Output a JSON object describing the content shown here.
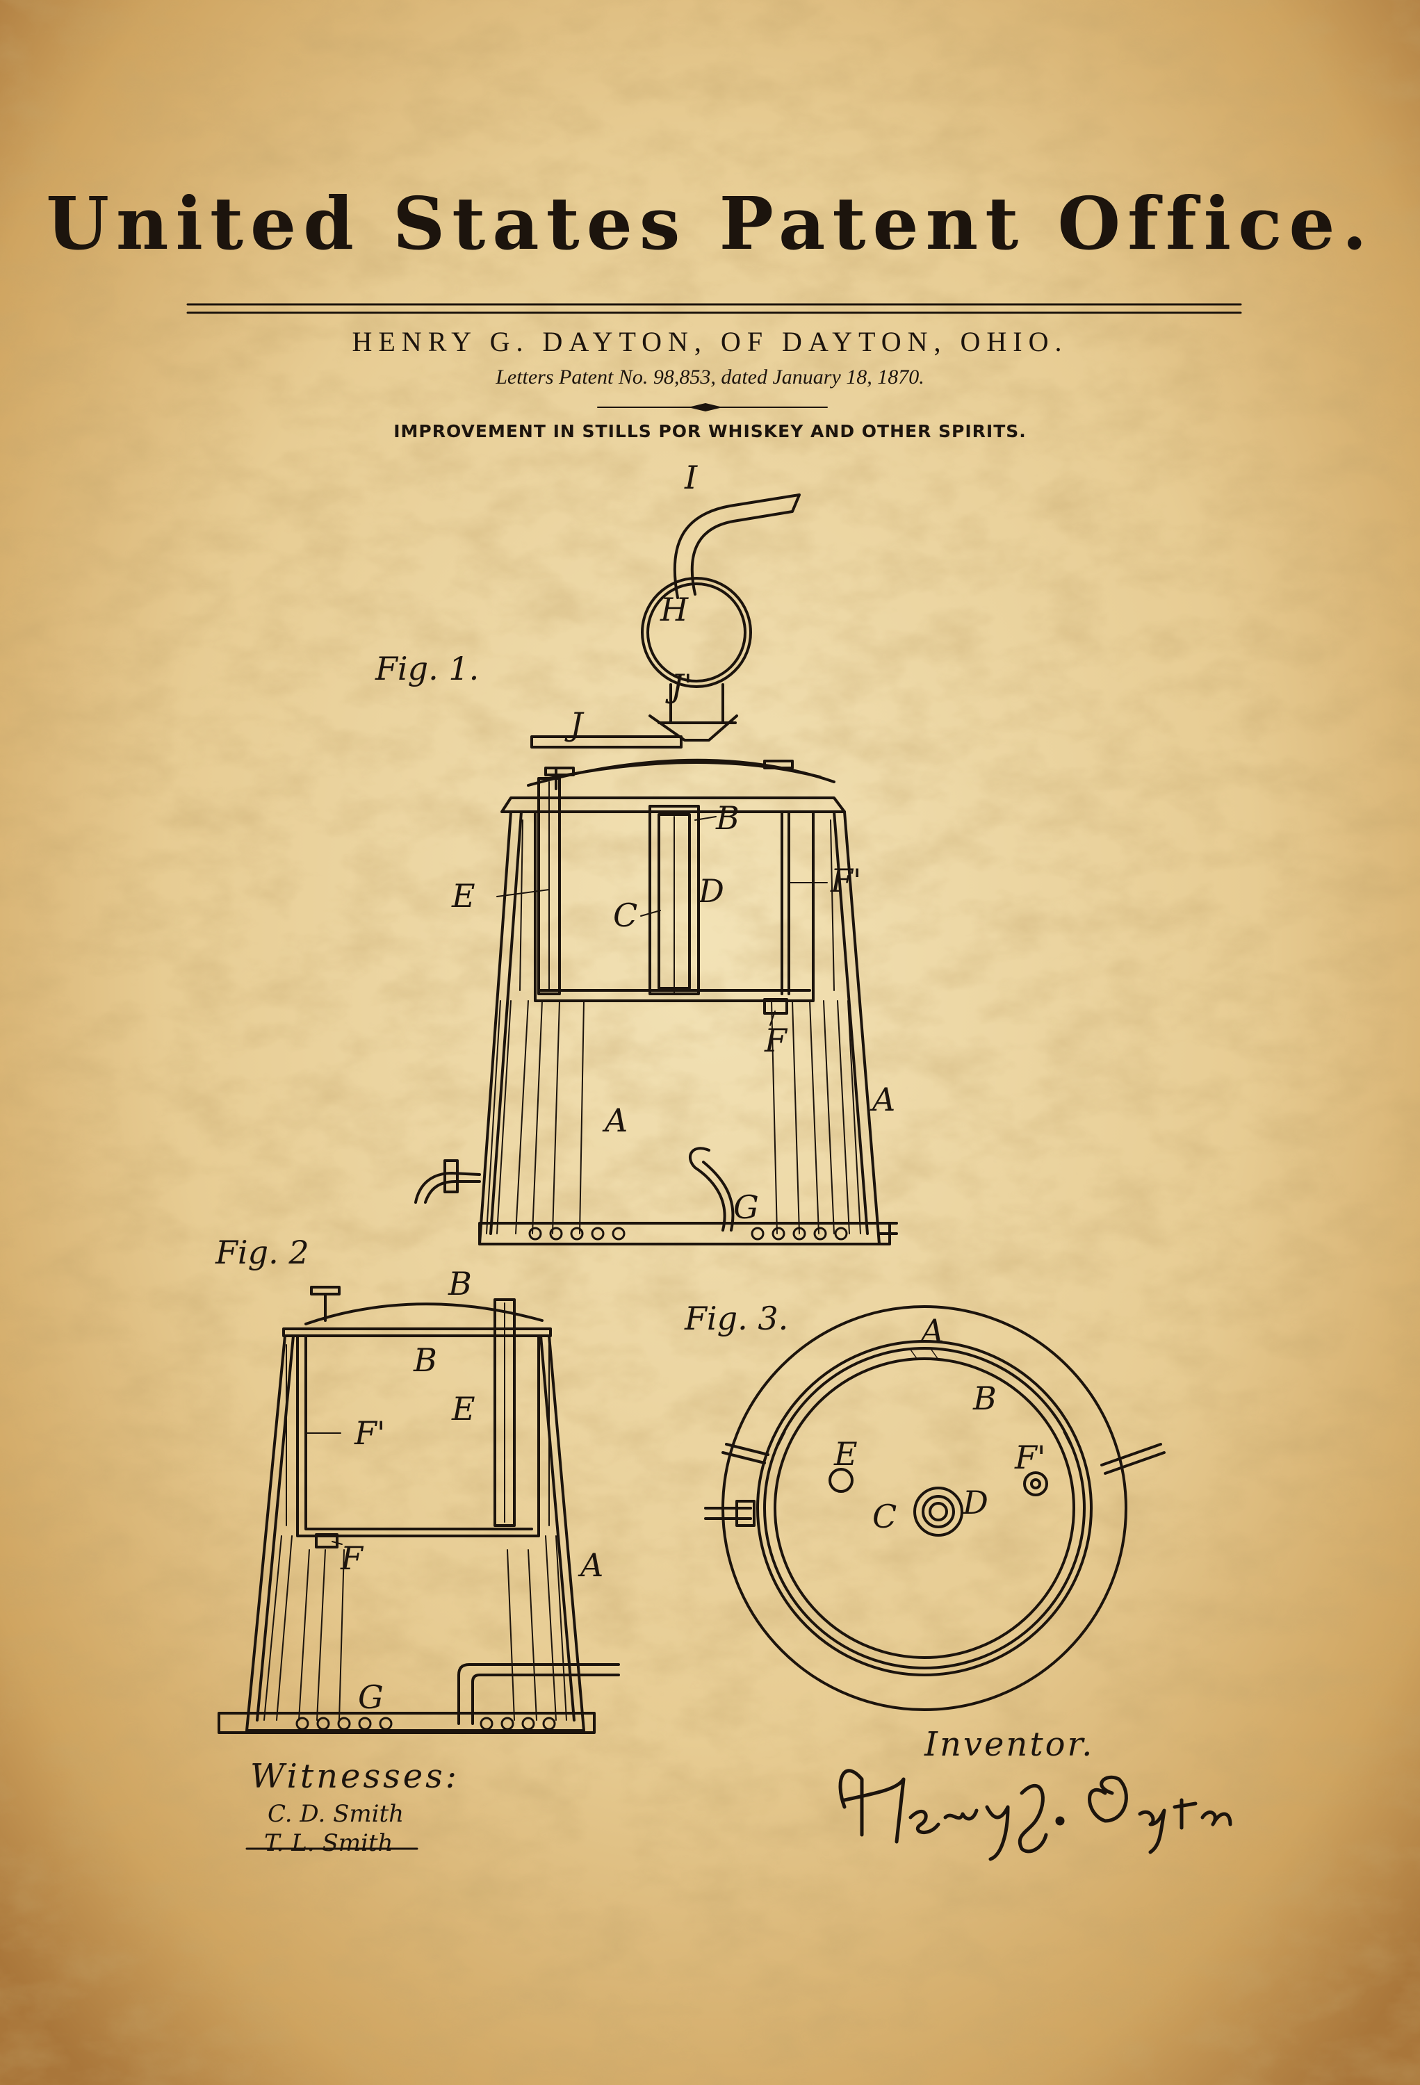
{
  "header": {
    "title": "United States Patent Office.",
    "inventor_line": "HENRY G. DAYTON, OF DAYTON, OHIO.",
    "patent_line": "Letters Patent No. 98,853, dated January 18, 1870.",
    "subject": "IMPROVEMENT IN STILLS POR WHISKEY AND OTHER SPIRITS."
  },
  "figures": {
    "fig1": {
      "caption": "Fig. 1.",
      "labels": {
        "I": "I",
        "H": "H",
        "J1": "J'",
        "J": "J",
        "B": "B",
        "E": "E",
        "D": "D",
        "C": "C",
        "F1": "F'",
        "F": "F",
        "A_inner": "A",
        "A_outer": "A",
        "G": "G"
      }
    },
    "fig2": {
      "caption": "Fig. 2",
      "labels": {
        "B_top": "B",
        "B_inner": "B",
        "F1": "F'",
        "E": "E",
        "F": "F",
        "A": "A",
        "G": "G"
      }
    },
    "fig3": {
      "caption": "Fig. 3.",
      "labels": {
        "A": "A",
        "B": "B",
        "E": "E",
        "F1": "F'",
        "C": "C",
        "D": "D"
      }
    }
  },
  "signatures": {
    "witnesses_label": "Witnesses:",
    "witness_1": "C. D. Smith",
    "witness_2": "T. L. Smith",
    "inventor_label": "Inventor.",
    "inventor_signature": "Henry G. Dayton"
  },
  "colors": {
    "paper_light": "#ecd7a4",
    "paper_dark": "#b8884a",
    "ink": "#1c140d"
  }
}
